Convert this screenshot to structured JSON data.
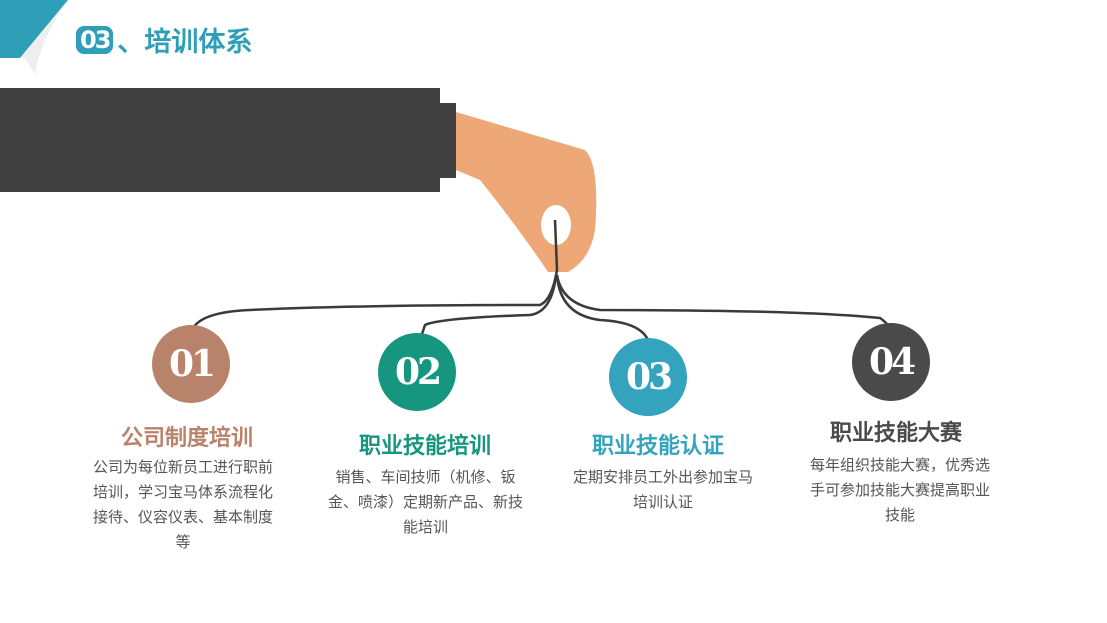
{
  "header": {
    "number": "03",
    "separator": "、",
    "title": "培训体系"
  },
  "colors": {
    "accent": "#2f9fb8",
    "c1": "#b9826b",
    "c2": "#17967f",
    "c3": "#34a3be",
    "c4": "#4a4a4a",
    "sleeve": "#414141",
    "hand": "#eea877"
  },
  "items": [
    {
      "num": "01",
      "title": "公司制度培训",
      "desc": "公司为每位新员工进行职前培训，学习宝马体系流程化接待、仪容仪表、基本制度等"
    },
    {
      "num": "02",
      "title": "职业技能培训",
      "desc": "销售、车间技师（机修、钣金、喷漆）定期新产品、新技能培训"
    },
    {
      "num": "03",
      "title": "职业技能认证",
      "desc": "定期安排员工外出参加宝马培训认证"
    },
    {
      "num": "04",
      "title": "职业技能大赛",
      "desc": "每年组织技能大赛，优秀选手可参加技能大赛提高职业技能"
    }
  ]
}
